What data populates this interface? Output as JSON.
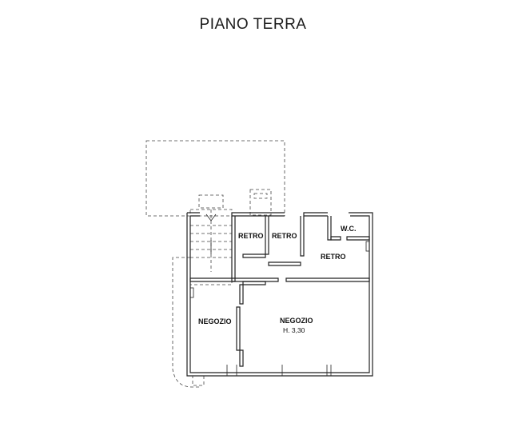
{
  "title": "PIANO TERRA",
  "rooms": {
    "retro_left": "RETRO",
    "retro_middle": "RETRO",
    "retro_right": "RETRO",
    "wc": "W.C.",
    "negozio_left": "NEGOZIO",
    "negozio_main": "NEGOZIO",
    "negozio_main_height": "H. 3,30"
  }
}
